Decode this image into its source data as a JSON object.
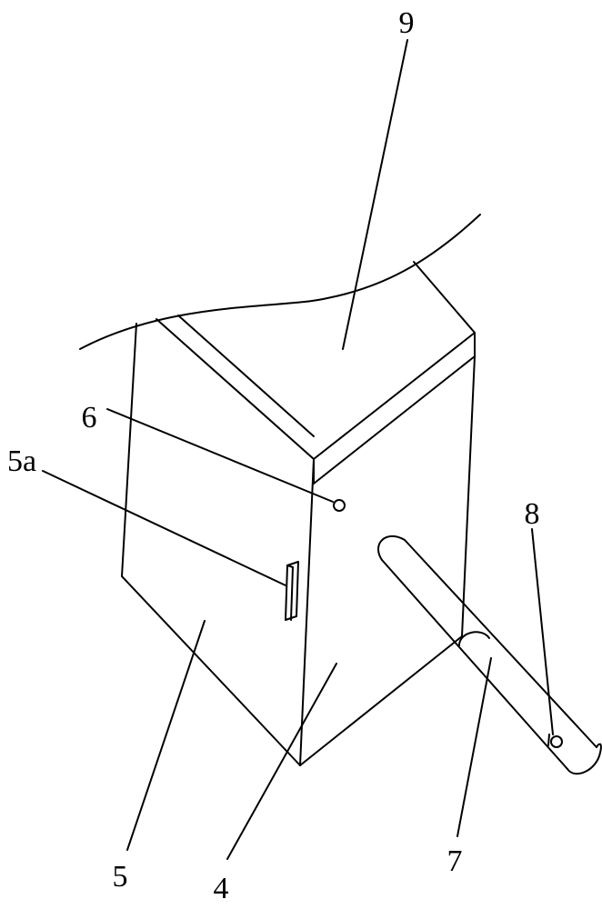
{
  "figure": {
    "labels": {
      "part_9": "9",
      "part_6": "6",
      "part_5a": "5a",
      "part_8": "8",
      "part_5": "5",
      "part_4": "4",
      "part_7": "7"
    }
  }
}
